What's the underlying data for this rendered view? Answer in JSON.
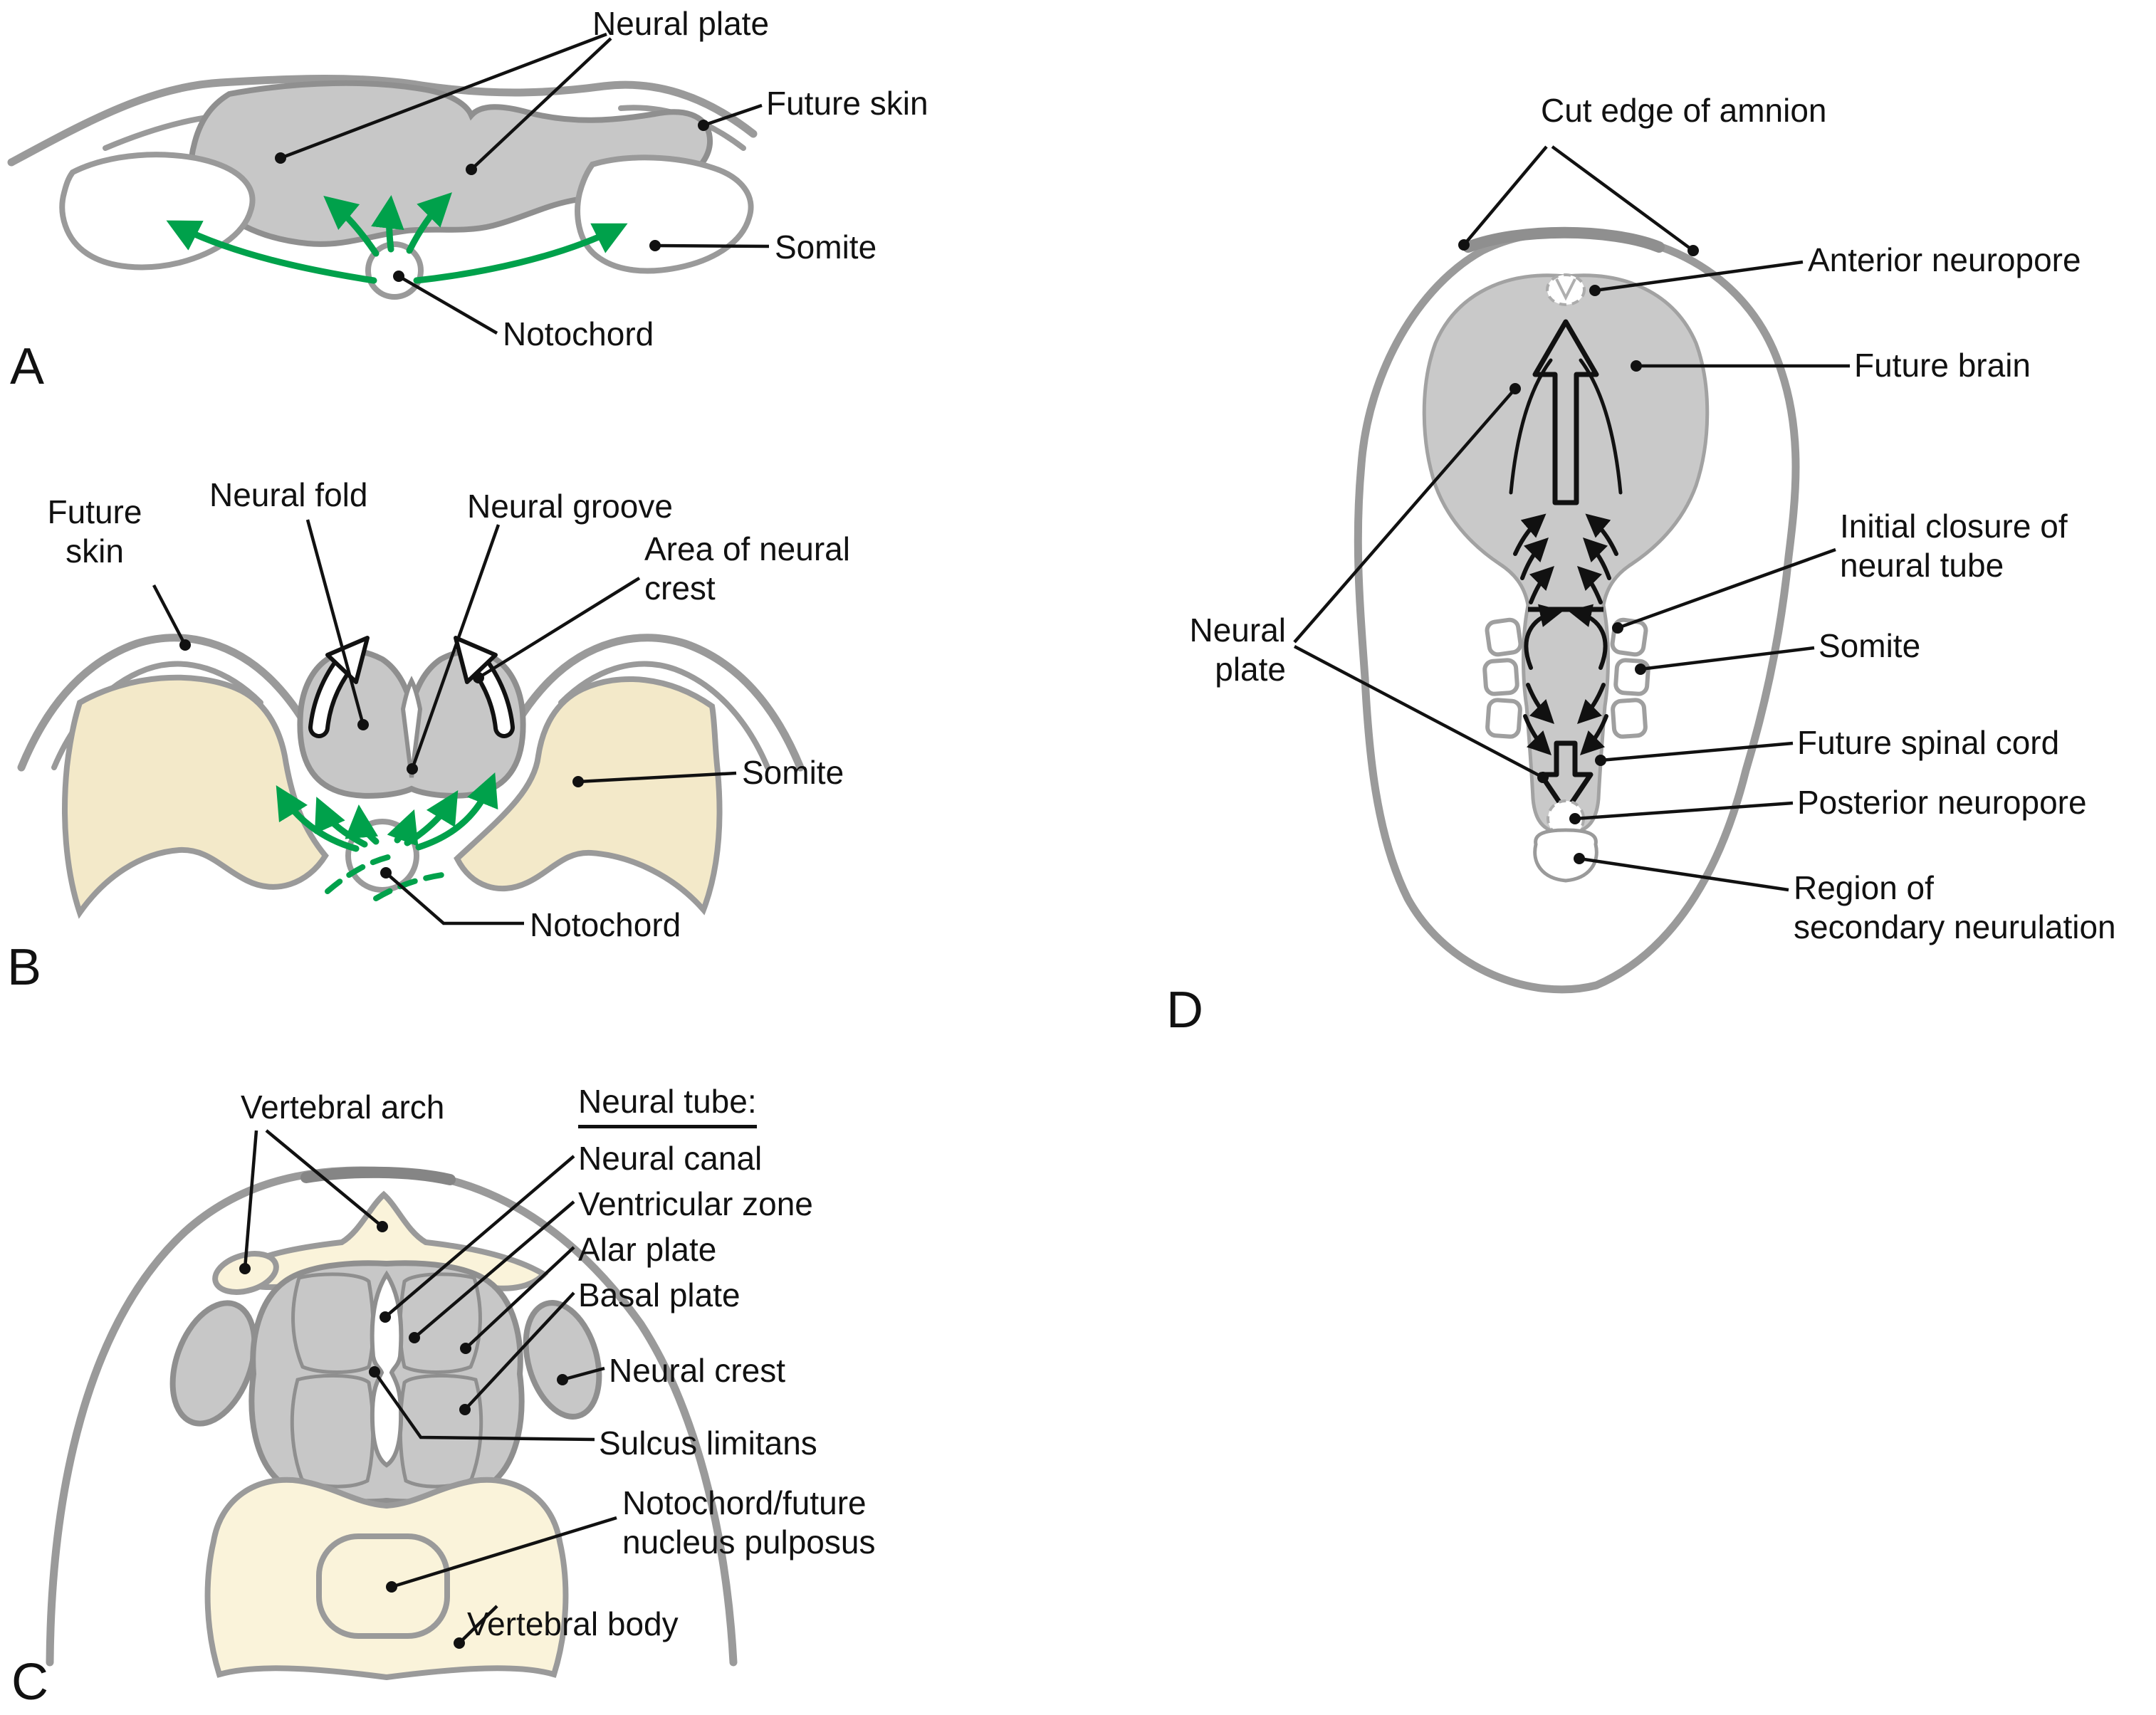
{
  "figure_title": "Neurulation stages diagram",
  "colors": {
    "green_arrow": "#00A14B",
    "neural_gray_fill": "#C7C7C7",
    "gray_outline": "#8F8F8F",
    "skin_outline": "#9A9A9A",
    "somite_cream": "#F3E9C9",
    "vertebral_cream": "#FAF3DA",
    "text": "#111111",
    "background": "#FFFFFF"
  },
  "panels": {
    "A": {
      "letter": "A",
      "labels": {
        "neural_plate": "Neural plate",
        "future_skin": "Future skin",
        "somite": "Somite",
        "notochord": "Notochord"
      }
    },
    "B": {
      "letter": "B",
      "labels": {
        "future_skin": "Future\nskin",
        "neural_fold": "Neural fold",
        "neural_groove": "Neural groove",
        "area_of_neural_crest": "Area of neural\ncrest",
        "somite": "Somite",
        "notochord": "Notochord"
      }
    },
    "C": {
      "letter": "C",
      "labels": {
        "vertebral_arch": "Vertebral arch",
        "neural_tube_heading": "Neural tube:",
        "neural_canal": "Neural canal",
        "ventricular_zone": "Ventricular zone",
        "alar_plate": "Alar plate",
        "basal_plate": "Basal plate",
        "neural_crest": "Neural crest",
        "sulcus_limitans": "Sulcus limitans",
        "notochord_future_nucleus_pulposus": "Notochord/future\nnucleus pulposus",
        "vertebral_body": "Vertebral body"
      }
    },
    "D": {
      "letter": "D",
      "labels": {
        "cut_edge_of_amnion": "Cut edge of amnion",
        "anterior_neuropore": "Anterior neuropore",
        "future_brain": "Future brain",
        "initial_closure": "Initial closure of\nneural tube",
        "somite": "Somite",
        "future_spinal_cord": "Future spinal cord",
        "posterior_neuropore": "Posterior neuropore",
        "region_of_secondary_neurulation": "Region of\nsecondary neurulation",
        "neural_plate": "Neural\nplate"
      }
    }
  }
}
